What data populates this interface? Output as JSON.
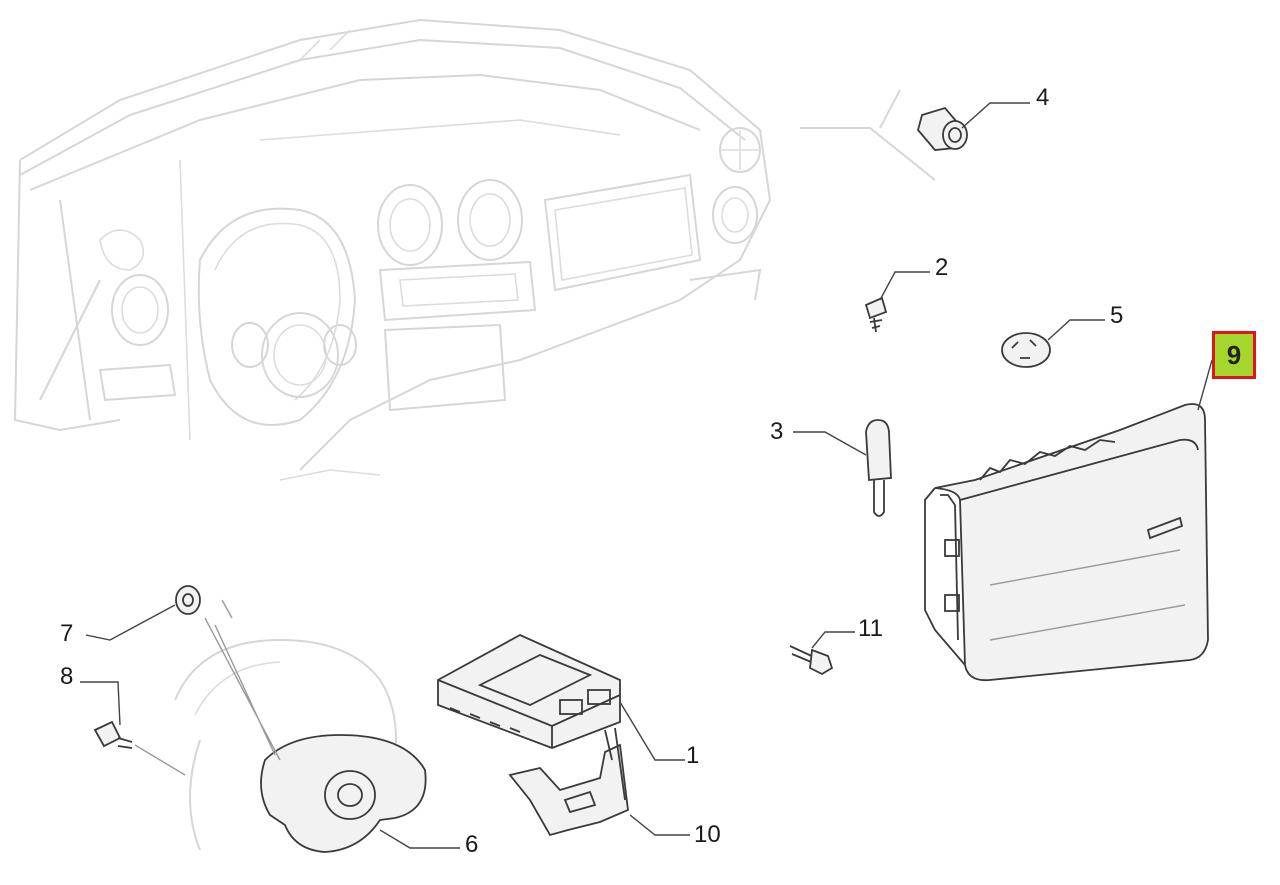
{
  "diagram": {
    "callouts": [
      {
        "number": "1"
      },
      {
        "number": "2"
      },
      {
        "number": "3"
      },
      {
        "number": "4"
      },
      {
        "number": "5"
      },
      {
        "number": "6"
      },
      {
        "number": "7"
      },
      {
        "number": "8"
      },
      {
        "number": "9"
      },
      {
        "number": "10"
      },
      {
        "number": "11"
      }
    ],
    "highlighted_callout": "9",
    "colors": {
      "highlight_fill": "#a5d62c",
      "highlight_border": "#e0141c",
      "line_art": "#3a3a3a",
      "background_art": "#d6d6d6"
    }
  }
}
